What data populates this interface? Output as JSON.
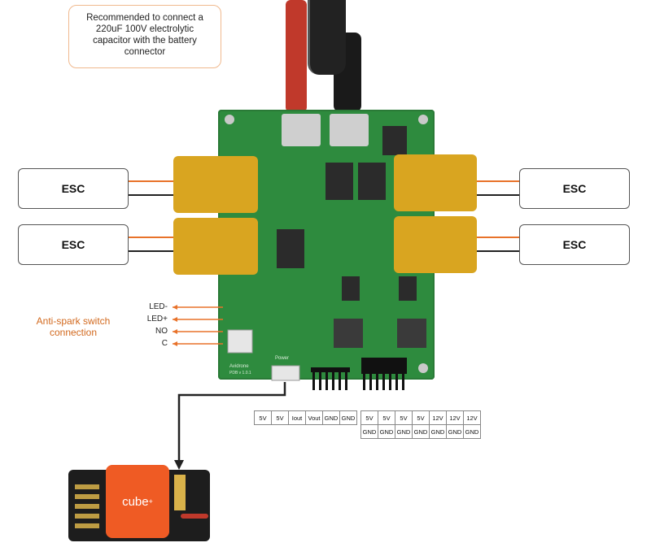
{
  "note": {
    "text": "Recommended to connect a\n220uF 100V electrolytic\ncapacitor with the battery\nconnector"
  },
  "esc": {
    "label": "ESC"
  },
  "anti_spark": {
    "title": "Anti-spark switch\nconnection",
    "pins": [
      "LED-",
      "LED+",
      "NO",
      "C"
    ]
  },
  "power_header": {
    "pins": [
      "5V",
      "5V",
      "Iout",
      "Vout",
      "GND",
      "GND"
    ]
  },
  "servo_header": {
    "top": [
      "5V",
      "5V",
      "5V",
      "5V",
      "12V",
      "12V",
      "12V"
    ],
    "bottom": [
      "GND",
      "GND",
      "GND",
      "GND",
      "GND",
      "GND",
      "GND"
    ]
  },
  "board": {
    "silk_brand": "Avidrone",
    "silk_rev": "PDB v 1.0.1",
    "silk_power": "Power"
  },
  "flight_controller": {
    "label": "cube"
  },
  "colors": {
    "accent": "#d2691e",
    "wire_orange": "#e8722a",
    "pcb_green": "#2e8b3e",
    "xt_yellow": "#d9a520",
    "cube_orange": "#ef5b24"
  }
}
